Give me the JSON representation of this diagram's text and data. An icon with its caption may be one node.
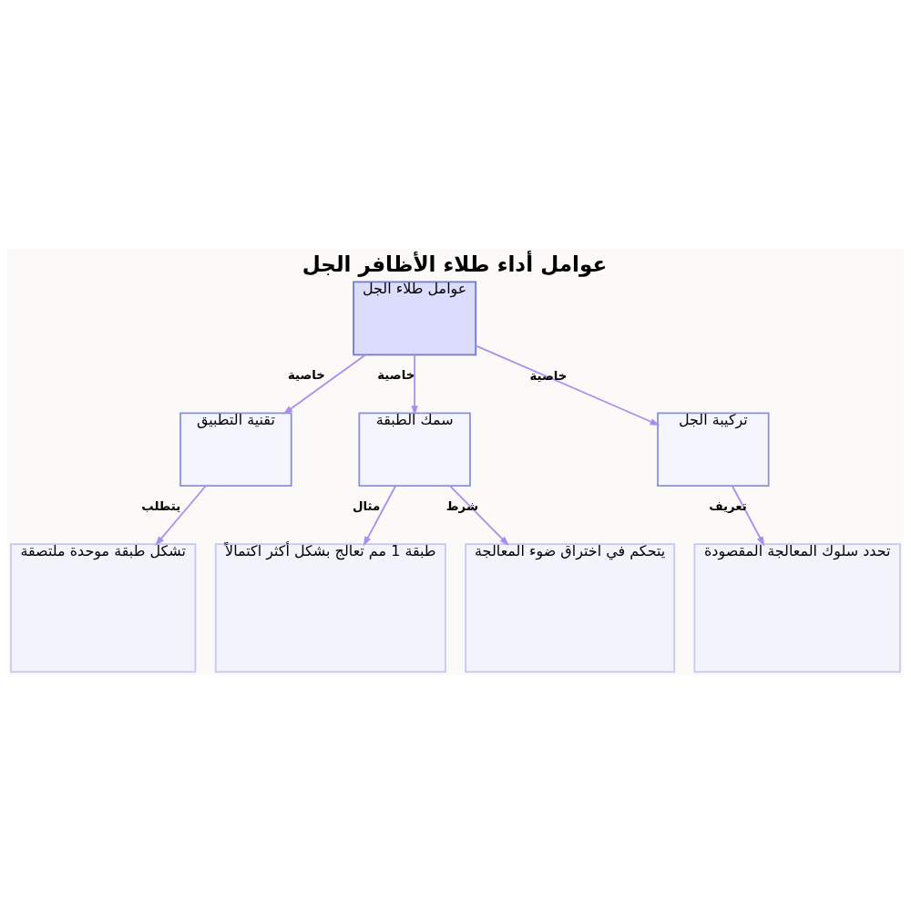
{
  "diagram": {
    "title": "عوامل أداء طلاء الأظافر الجل",
    "nodes": [
      {
        "text": [
          "عوامل طلاء الجل"
        ]
      },
      {
        "text": [
          "تقنية التطبيق"
        ]
      },
      {
        "text": [
          "سمك الطبقة"
        ]
      },
      {
        "text": [
          "تركيبة الجل"
        ]
      },
      {
        "text": [
          "تشكل طبقة موحدة ملتصقة"
        ]
      },
      {
        "text": [
          "طبقة 1 مم تعالج بشكل أكثر اكتمالاً"
        ]
      },
      {
        "text": [
          "يتحكم في اختراق ضوء المعالجة"
        ]
      },
      {
        "text": [
          "تحدد سلوك المعالجة المقصودة"
        ]
      }
    ],
    "edges": [
      {
        "from": 0,
        "to": 1,
        "arrow": "to",
        "label": "خاصية"
      },
      {
        "from": 0,
        "to": 2,
        "arrow": "to",
        "label": "خاصية"
      },
      {
        "from": 0,
        "to": 3,
        "arrow": "to",
        "label": "خاصية"
      },
      {
        "from": 1,
        "to": 4,
        "arrow": "to",
        "label": "يتطلب"
      },
      {
        "from": 2,
        "to": 5,
        "arrow": "to",
        "label": "مثال"
      },
      {
        "from": 2,
        "to": 6,
        "arrow": "to",
        "label": "شرط"
      },
      {
        "from": 3,
        "to": 7,
        "arrow": "to",
        "label": "تعريف"
      }
    ]
  }
}
